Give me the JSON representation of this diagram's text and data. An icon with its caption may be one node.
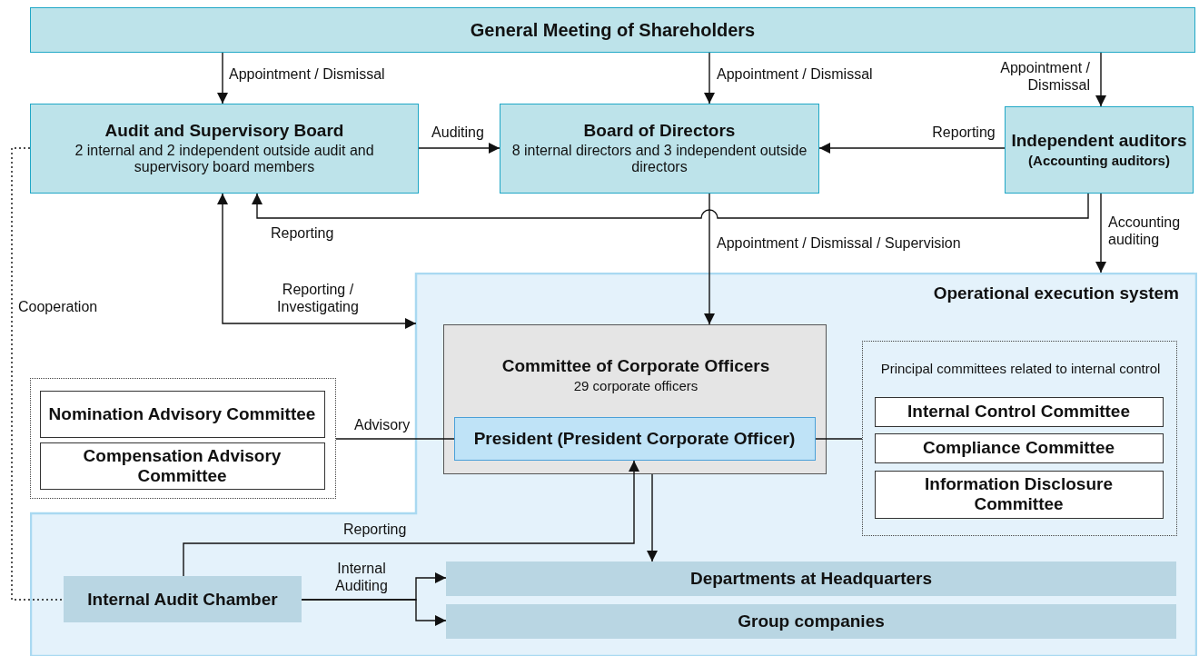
{
  "diagram": {
    "nodes": [
      {
        "text": [
          "General Meeting of Shareholders"
        ]
      },
      {
        "text": [
          "Audit and Supervisory Board",
          "2 internal and 2 independent outside audit and supervisory board members"
        ]
      },
      {
        "text": [
          "Board of Directors",
          "8 internal directors and 3 independent outside directors"
        ]
      },
      {
        "text": [
          "Independent auditors",
          "(Accounting auditors)"
        ]
      },
      {
        "text": [
          "Operational execution system"
        ]
      },
      {
        "text": [
          "Committee of Corporate Officers",
          "29 corporate officers"
        ],
        "in": 4
      },
      {
        "text": [
          "President (President Corporate Officer)"
        ],
        "in": 5
      },
      {
        "text": [],
        "shape": "box"
      },
      {
        "text": [
          "Nomination Advisory Committee"
        ],
        "in": 7
      },
      {
        "text": [
          "Compensation Advisory Committee"
        ],
        "in": 7
      },
      {
        "text": [
          "Principal committees related to internal control"
        ],
        "in": 4
      },
      {
        "text": [
          "Internal Control Committee"
        ],
        "in": 10
      },
      {
        "text": [
          "Compliance Committee"
        ],
        "in": 10
      },
      {
        "text": [
          "Information Disclosure Committee"
        ],
        "in": 10
      },
      {
        "text": [
          "Internal Audit Chamber"
        ],
        "in": 4
      },
      {
        "text": [
          "Departments at Headquarters"
        ],
        "in": 4
      },
      {
        "text": [
          "Group companies"
        ],
        "in": 4
      }
    ],
    "edges": [
      {
        "from": 0,
        "to": 1,
        "arrow": "to",
        "label": "Appointment / Dismissal"
      },
      {
        "from": 0,
        "to": 2,
        "arrow": "to",
        "label": "Appointment / Dismissal"
      },
      {
        "from": 0,
        "to": 3,
        "arrow": "to",
        "label": "Appointment / Dismissal"
      },
      {
        "from": 1,
        "to": 2,
        "arrow": "to",
        "label": "Auditing"
      },
      {
        "from": 3,
        "to": 2,
        "arrow": "to",
        "label": "Reporting"
      },
      {
        "from": 3,
        "to": 1,
        "arrow": "to",
        "label": "Reporting"
      },
      {
        "from": 2,
        "to": 5,
        "arrow": "to",
        "label": "Appointment / Dismissal / Supervision"
      },
      {
        "from": 3,
        "to": 4,
        "arrow": "to",
        "label": "Accounting auditing"
      },
      {
        "from": 1,
        "to": 4,
        "arrow": "both",
        "label": "Reporting / Investigating"
      },
      {
        "from": 1,
        "to": 14,
        "arrow": "none",
        "label": "Cooperation",
        "style": "dashed"
      },
      {
        "from": 7,
        "to": 6,
        "arrow": "none",
        "label": "Advisory"
      },
      {
        "from": 6,
        "to": 10,
        "arrow": "none"
      },
      {
        "from": 14,
        "to": 6,
        "arrow": "to",
        "label": "Reporting"
      },
      {
        "from": 5,
        "to": 15,
        "arrow": "to"
      },
      {
        "from": 14,
        "to": 15,
        "arrow": "to",
        "label": "Internal Auditing"
      },
      {
        "from": 14,
        "to": 16,
        "arrow": "to"
      }
    ]
  }
}
